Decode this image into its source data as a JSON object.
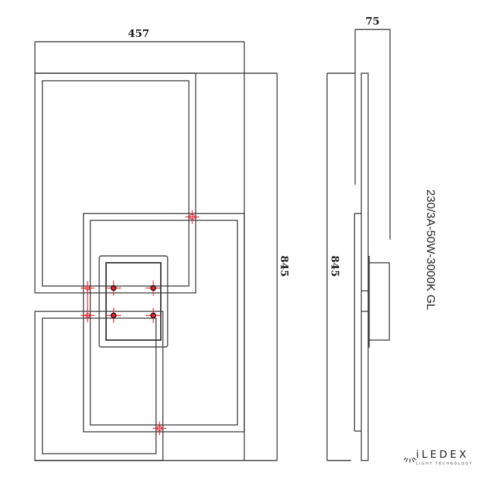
{
  "drawing": {
    "front_view": {
      "width_label": "457",
      "height_label": "845"
    },
    "side_view": {
      "depth_label": "75",
      "height_label": "845"
    },
    "spec_text": "230/3A-50W-3000K GL",
    "brand": {
      "name": "iLEDEX",
      "tagline": "LIGHT TECHNOLOGY"
    },
    "colors": {
      "line": "#3a3a3a",
      "mount_marker": "#e8202a",
      "background": "#ffffff"
    }
  }
}
